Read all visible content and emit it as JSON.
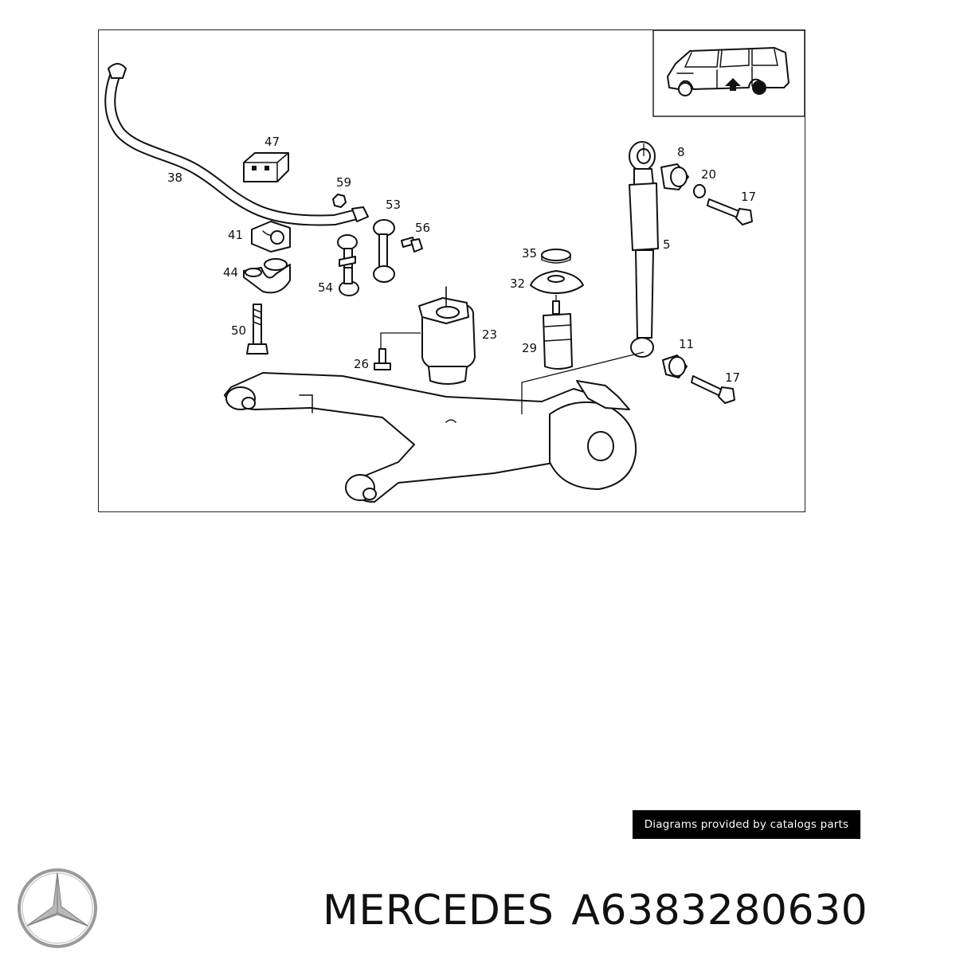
{
  "diagram": {
    "callouts": {
      "c38": "38",
      "c47": "47",
      "c59": "59",
      "c53": "53",
      "c56": "56",
      "c41": "41",
      "c44": "44",
      "c54": "54",
      "c50": "50",
      "c26": "26",
      "c23": "23",
      "c35": "35",
      "c32": "32",
      "c29": "29",
      "c8": "8",
      "c20": "20",
      "c17a": "17",
      "c5": "5",
      "c11": "11",
      "c17b": "17"
    }
  },
  "credit": "Diagrams provided by catalogs parts",
  "brand": "MERCEDES",
  "part_number": "A6383280630",
  "logo_icon": "mercedes-star-icon"
}
